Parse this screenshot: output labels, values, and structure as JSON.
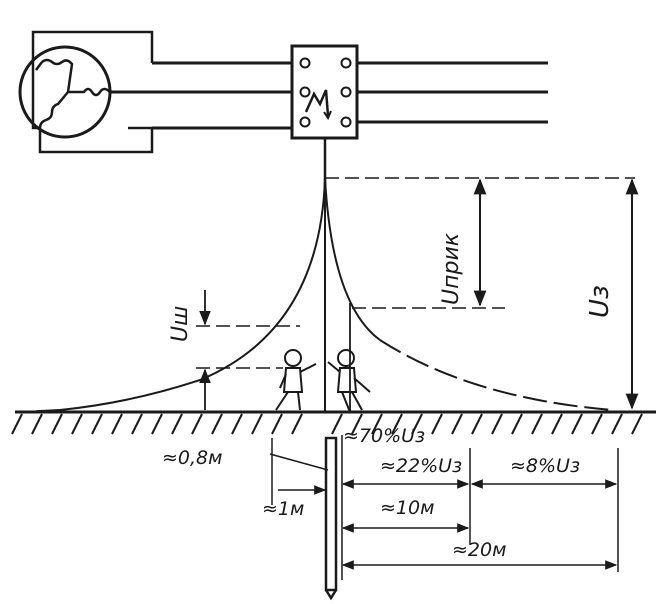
{
  "labels": {
    "touch_voltage": "Uприк",
    "ground_voltage": "Uз",
    "step_voltage": "Uш",
    "pct70": "≈70%Uз",
    "pct22": "≈22%Uз",
    "pct8": "≈8%Uз",
    "dist_08": "≈0,8м",
    "dist_1": "≈1м",
    "dist_10": "≈10м",
    "dist_20": "≈20м"
  },
  "palette": {
    "ink": "#1a1a1a",
    "paper": "#ffffff"
  }
}
